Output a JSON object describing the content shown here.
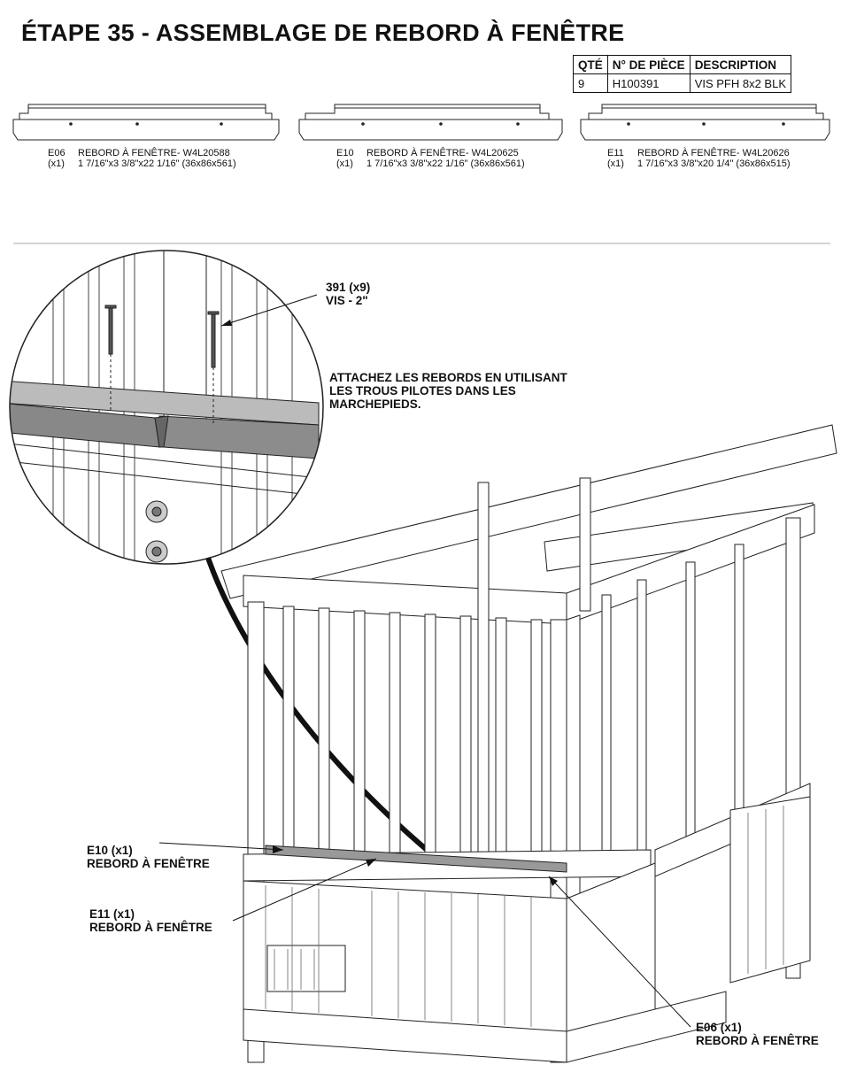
{
  "title": "ÉTAPE 35 - ASSEMBLAGE DE REBORD À FENÊTRE",
  "parts_table": {
    "headers": [
      "QTÉ",
      "N° DE PIÈCE",
      "DESCRIPTION"
    ],
    "rows": [
      [
        "9",
        "H100391",
        "VIS PFH 8x2 BLK"
      ]
    ]
  },
  "parts": [
    {
      "code": "E06",
      "qty": "(x1)",
      "name": "REBORD À FENÊTRE- W4L20588",
      "dims": "1 7/16\"x3 3/8\"x22 1/16\" (36x86x561)"
    },
    {
      "code": "E10",
      "qty": "(x1)",
      "name": "REBORD À FENÊTRE- W4L20625",
      "dims": "1 7/16\"x3 3/8\"x22 1/16\" (36x86x561)"
    },
    {
      "code": "E11",
      "qty": "(x1)",
      "name": "REBORD À FENÊTRE- W4L20626",
      "dims": "1 7/16\"x3 3/8\"x20 1/4\" (36x86x515)"
    }
  ],
  "screw_callout": {
    "line1": "391 (x9)",
    "line2": "VIS - 2\""
  },
  "instruction": [
    "ATTACHEZ LES REBORDS EN UTILISANT",
    "LES TROUS PILOTES DANS LES",
    "MARCHEPIEDS."
  ],
  "callouts": {
    "e10": {
      "line1": "E10 (x1)",
      "line2": "REBORD À FENÊTRE"
    },
    "e11": {
      "line1": "E11 (x1)",
      "line2": "REBORD À FENÊTRE"
    },
    "e06": {
      "line1": "E06 (x1)",
      "line2": "REBORD À FENÊTRE"
    }
  }
}
